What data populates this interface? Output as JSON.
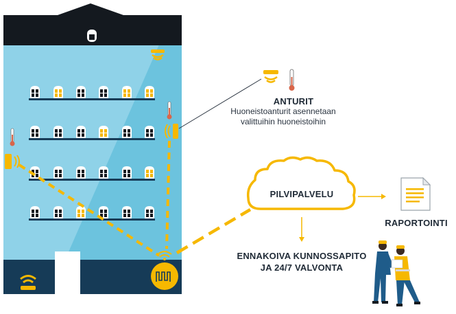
{
  "sensors": {
    "title": "ANTURIT",
    "description_line1": "Huoneistoanturit asennetaan",
    "description_line2": "valittuihin huoneistoihin"
  },
  "cloud": {
    "label": "PILVIPALVELU"
  },
  "reporting": {
    "label": "RAPORTOINTI"
  },
  "maintenance": {
    "line1": "ENNAKOIVA KUNNOSSAPITO",
    "line2": "JA 24/7 VALVONTA"
  },
  "colors": {
    "building": "#8fd2e8",
    "building_shade": "#6cc3de",
    "roof": "#14191f",
    "ground_floor": "#163b57",
    "accent": "#f6b800",
    "text": "#1f2a36"
  }
}
